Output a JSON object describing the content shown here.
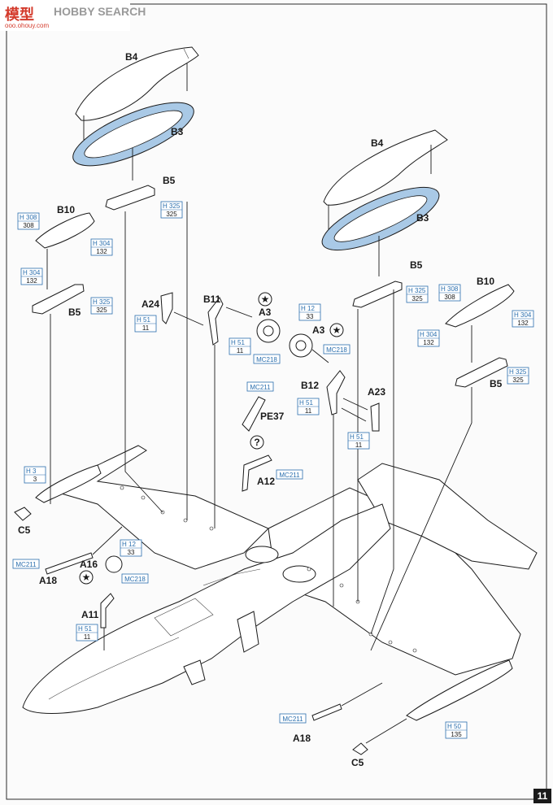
{
  "watermark": {
    "brand_a": "模型",
    "brand_b": "HOBBY SEARCH",
    "url": "ooo.ohouy.com"
  },
  "page_number": "11",
  "labels": {
    "b4_left": "B4",
    "b3_left": "B3",
    "b5_left_upper": "B5",
    "b10_left": "B10",
    "b5_left_lower": "B5",
    "b4_right": "B4",
    "b3_right": "B3",
    "b5_right_upper": "B5",
    "b10_right": "B10",
    "b5_right_lower": "B5",
    "a24": "A24",
    "b11": "B11",
    "a3_left": "A3",
    "a3_right": "A3",
    "b12": "B12",
    "a23": "A23",
    "pe37": "PE37",
    "a12": "A12",
    "c5_left": "C5",
    "a18_left": "A18",
    "a16": "A16",
    "a11": "A11",
    "a18_bottom": "A18",
    "c5_bottom": "C5"
  },
  "color_codes": [
    {
      "code": "H 308",
      "ref": "308"
    },
    {
      "code": "H 304",
      "ref": "132"
    },
    {
      "code": "H 304",
      "ref": "132"
    },
    {
      "code": "H 325",
      "ref": "325"
    },
    {
      "code": "H 325",
      "ref": "325"
    },
    {
      "code": "H 51",
      "ref": "11"
    },
    {
      "code": "H 12",
      "ref": "33"
    },
    {
      "code": "H 51",
      "ref": "11"
    },
    {
      "code": "H 325",
      "ref": "325"
    },
    {
      "code": "H 308",
      "ref": "308"
    },
    {
      "code": "H 304",
      "ref": "132"
    },
    {
      "code": "H 304",
      "ref": "132"
    },
    {
      "code": "H 325",
      "ref": "325"
    },
    {
      "code": "H 51",
      "ref": "11"
    },
    {
      "code": "H 51",
      "ref": "11"
    },
    {
      "code": "H 3",
      "ref": "3"
    },
    {
      "code": "H 12",
      "ref": "33"
    },
    {
      "code": "H 51",
      "ref": "11"
    },
    {
      "code": "H 50",
      "ref": "135"
    }
  ],
  "mc_codes": [
    "MC218",
    "MC218",
    "MC211",
    "MC211",
    "MC211",
    "MC218",
    "MC211"
  ],
  "question_mark": "?",
  "colors": {
    "gasket_blue": "#a9c9e6",
    "code_blue": "#2b6fae",
    "line": "#1a1a1a",
    "watermark_red": "#d43b2c"
  }
}
